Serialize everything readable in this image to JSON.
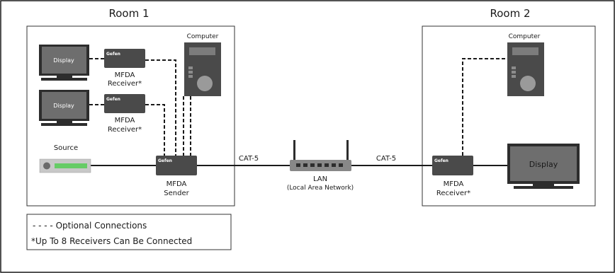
{
  "rooms": {
    "room1": "Room 1",
    "room2": "Room 2"
  },
  "devices": {
    "display_label": "Display",
    "computer_label": "Computer",
    "source_label": "Source",
    "brand": "Gefen",
    "receiver_label": [
      "MFDA",
      "Receiver*"
    ],
    "sender_label": [
      "MFDA",
      "Sender"
    ],
    "lan_label": [
      "LAN",
      "(Local Area Network)"
    ]
  },
  "cables": {
    "left": "CAT-5",
    "right": "CAT-5"
  },
  "legend": {
    "optional": "- - - - Optional Connections",
    "note": "*Up To 8 Receivers Can Be Connected"
  },
  "colors": {
    "device_dark": "#4a4a4a",
    "display_screen": "#6e6e6e",
    "cable": "#1a1a1a",
    "source_panel": "#c8c8c8",
    "source_bar": "#66cc66"
  }
}
